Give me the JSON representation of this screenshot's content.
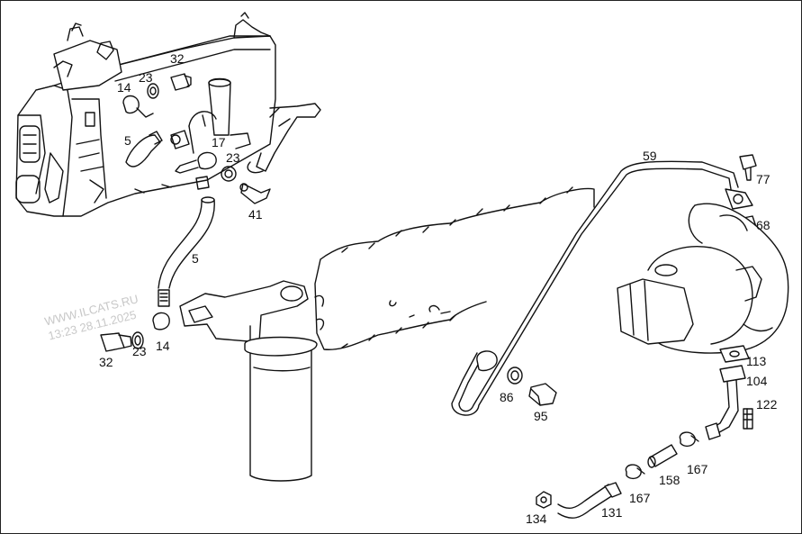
{
  "watermark": {
    "line1": "WWW.ILCATS.RU",
    "line2": "13:23 28.11.2025"
  },
  "callouts": {
    "c32a": "32",
    "c23a": "23",
    "c14a": "14",
    "c5a": "5",
    "c17": "17",
    "c23b": "23",
    "c41": "41",
    "c5b": "5",
    "c32b": "32",
    "c23c": "23",
    "c14b": "14",
    "c59": "59",
    "c77": "77",
    "c68": "68",
    "c86": "86",
    "c95": "95",
    "c113": "113",
    "c104": "104",
    "c122": "122",
    "c167a": "167",
    "c158": "158",
    "c167b": "167",
    "c131": "131",
    "c134": "134"
  }
}
